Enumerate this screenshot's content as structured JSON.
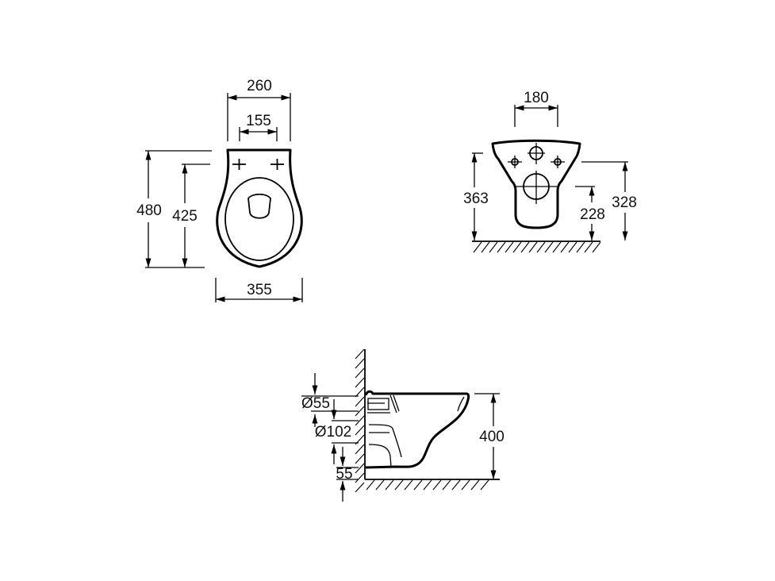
{
  "drawing": {
    "type": "technical-dimension-drawing",
    "subject": "wall-hung toilet",
    "units": "mm",
    "colors": {
      "line": "#000000",
      "background": "#ffffff",
      "text": "#111111"
    }
  },
  "top_view": {
    "dimensions": {
      "top_width": "260",
      "fixing_spacing": "155",
      "overall_length": "480",
      "fixing_to_front": "425",
      "max_width": "355"
    }
  },
  "back_view": {
    "dimensions": {
      "bolt_spacing": "180",
      "height_total": "363",
      "outlet_height": "228",
      "top_fixing_height": "328"
    }
  },
  "side_view": {
    "dimensions": {
      "inlet_diameter": "Ø55",
      "outlet_diameter": "Ø102",
      "bottom_offset": "55",
      "rim_height": "400"
    }
  }
}
